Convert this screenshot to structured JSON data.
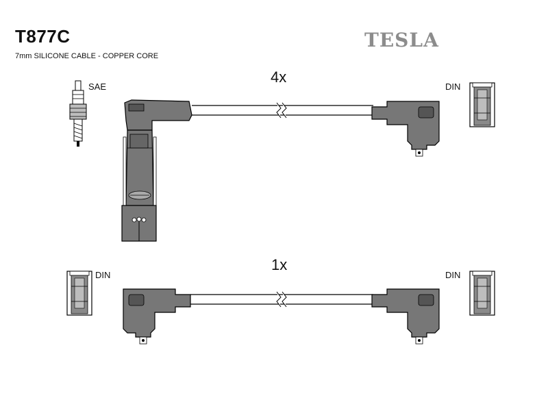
{
  "header": {
    "code": "T877C",
    "subtitle": "7mm SILICONE CABLE - COPPER CORE",
    "brand": "TESLA"
  },
  "sets": [
    {
      "quantity": "4x",
      "left_end_label": "SAE",
      "right_end_label": "DIN"
    },
    {
      "quantity": "1x",
      "left_end_label": "DIN",
      "right_end_label": "DIN"
    }
  ],
  "colors": {
    "connector_fill": "#7a7a7a",
    "outline": "#000000",
    "brand": "#8c8c8c"
  }
}
